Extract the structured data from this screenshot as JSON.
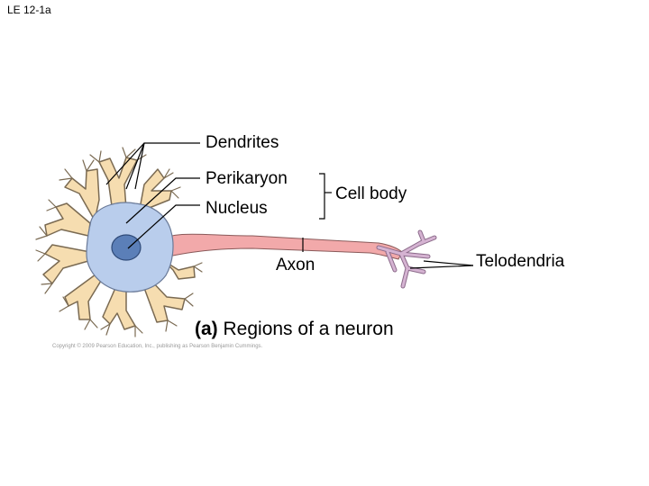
{
  "slide_id": "LE 12-1a",
  "labels": {
    "dendrites": "Dendrites",
    "perikaryon": "Perikaryon",
    "nucleus": "Nucleus",
    "cell_body": "Cell body",
    "axon": "Axon",
    "telodendria": "Telodendria"
  },
  "caption": {
    "tag": "(a)",
    "text": " Regions of a neuron"
  },
  "copyright": "Copyright © 2009 Pearson Education, Inc., publishing as Pearson Benjamin Cummings.",
  "colors": {
    "cell_body": "#b9cdec",
    "nucleus": "#5b7fb8",
    "dendrite": "#f6ddb0",
    "dendrite_outline": "#7a6a52",
    "axon": "#f2a9aa",
    "telodendria": "#c9a3c6"
  }
}
